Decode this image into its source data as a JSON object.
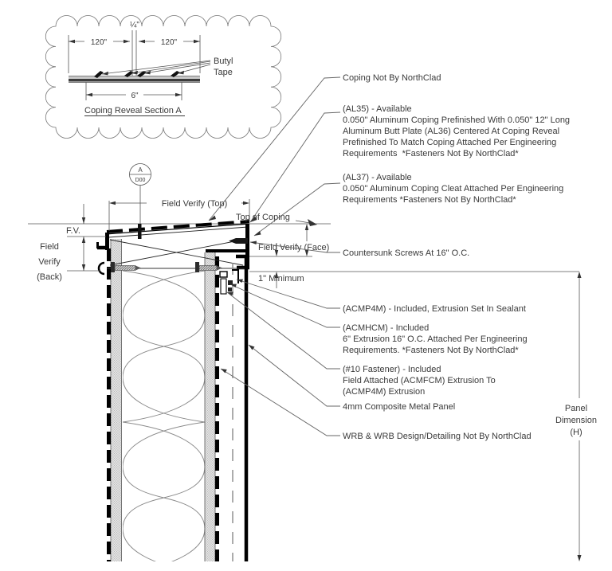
{
  "inset": {
    "dim_left": "120\"",
    "dim_right": "120\"",
    "dim_reveal": "¼\"",
    "dim_width": "6\"",
    "butyl_line1": "Butyl",
    "butyl_line2": "Tape",
    "title": "Coping Reveal Section A"
  },
  "callout": {
    "detail": "A",
    "sheet": "D00"
  },
  "dims": {
    "fv": "F.V.",
    "back": [
      "Field",
      "Verify",
      "(Back)"
    ],
    "top": "Field Verify (Top)",
    "top_of_coping": "Top of Coping",
    "face": "Field Verify (Face)",
    "minimum": "1\" Minimum",
    "panel": [
      "Panel",
      "Dimension",
      "(H)"
    ]
  },
  "annotations": [
    {
      "id": "coping-note",
      "lines": [
        "Coping Not By NorthClad"
      ]
    },
    {
      "id": "al35",
      "lines": [
        "(AL35) - Available",
        "0.050\" Aluminum Coping Prefinished With 0.050\" 12\" Long",
        "Aluminum Butt Plate (AL36) Centered At Coping Reveal",
        "Prefinished To Match Coping Attached Per Engineering",
        "Requirements  *Fasteners Not By NorthClad*"
      ]
    },
    {
      "id": "al37",
      "lines": [
        "(AL37) - Available",
        "0.050\" Aluminum Coping Cleat Attached Per Engineering",
        "Requirements *Fasteners Not By NorthClad*"
      ]
    },
    {
      "id": "countersunk",
      "lines": [
        "Countersunk Screws At 16\" O.C."
      ]
    },
    {
      "id": "acmp4m",
      "lines": [
        "(ACMP4M) - Included, Extrusion Set In Sealant"
      ]
    },
    {
      "id": "acmhcm",
      "lines": [
        "(ACMHCM) - Included",
        "6\" Extrusion 16\" O.C. Attached Per Engineering",
        "Requirements. *Fasteners Not By NorthClad*"
      ]
    },
    {
      "id": "fastener10",
      "lines": [
        "(#10 Fastener) - Included",
        "Field Attached (ACMFCM) Extrusion To",
        "(ACMP4M) Extrusion"
      ]
    },
    {
      "id": "panel4mm",
      "lines": [
        "4mm Composite Metal Panel"
      ]
    },
    {
      "id": "wrb",
      "lines": [
        "WRB & WRB Design/Detailing Not By NorthClad"
      ]
    }
  ],
  "colors": {
    "line": "#000000",
    "thin_line": "#555555",
    "text": "#3a3a3a",
    "insulation": "#8a8a8a"
  }
}
